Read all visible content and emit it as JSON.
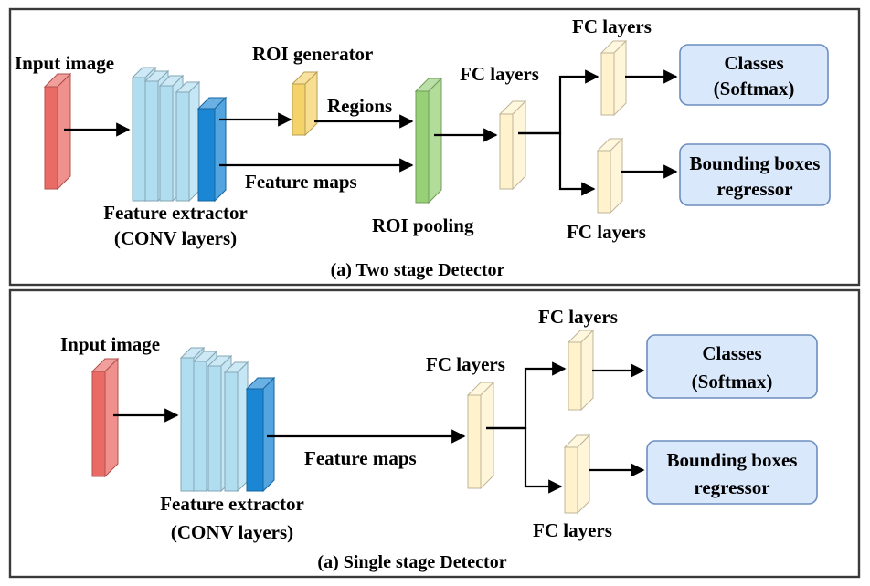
{
  "colors": {
    "input": "#ea6b66",
    "conv": "#b1ddf0",
    "conv_last": "#1b86d4",
    "roi_generator": "#f5d36b",
    "roi_pooling": "#97d077",
    "fc": "#fff2cc",
    "output_box": "#dae8fc",
    "output_border": "#6c8ebf"
  },
  "two_stage": {
    "caption": "(a) Two stage Detector",
    "input_label": "Input image",
    "extractor_label": [
      "Feature extractor",
      "(CONV layers)"
    ],
    "roi_generator_label": "ROI generator",
    "regions_label": "Regions",
    "feature_maps_label": "Feature maps",
    "roi_pooling_label": "ROI pooling",
    "fc_main_label": "FC layers",
    "fc_top_label": "FC layers",
    "fc_bottom_label": "FC layers",
    "classes_box": [
      "Classes",
      "(Softmax)"
    ],
    "bbox_box": [
      "Bounding boxes",
      "regressor"
    ]
  },
  "single_stage": {
    "caption": "(a) Single stage Detector",
    "input_label": "Input image",
    "extractor_label": [
      "Feature extractor",
      "(CONV layers)"
    ],
    "feature_maps_label": "Feature maps",
    "fc_main_label": "FC layers",
    "fc_top_label": "FC layers",
    "fc_bottom_label": "FC layers",
    "classes_box": [
      "Classes",
      "(Softmax)"
    ],
    "bbox_box": [
      "Bounding boxes",
      "regressor"
    ]
  }
}
